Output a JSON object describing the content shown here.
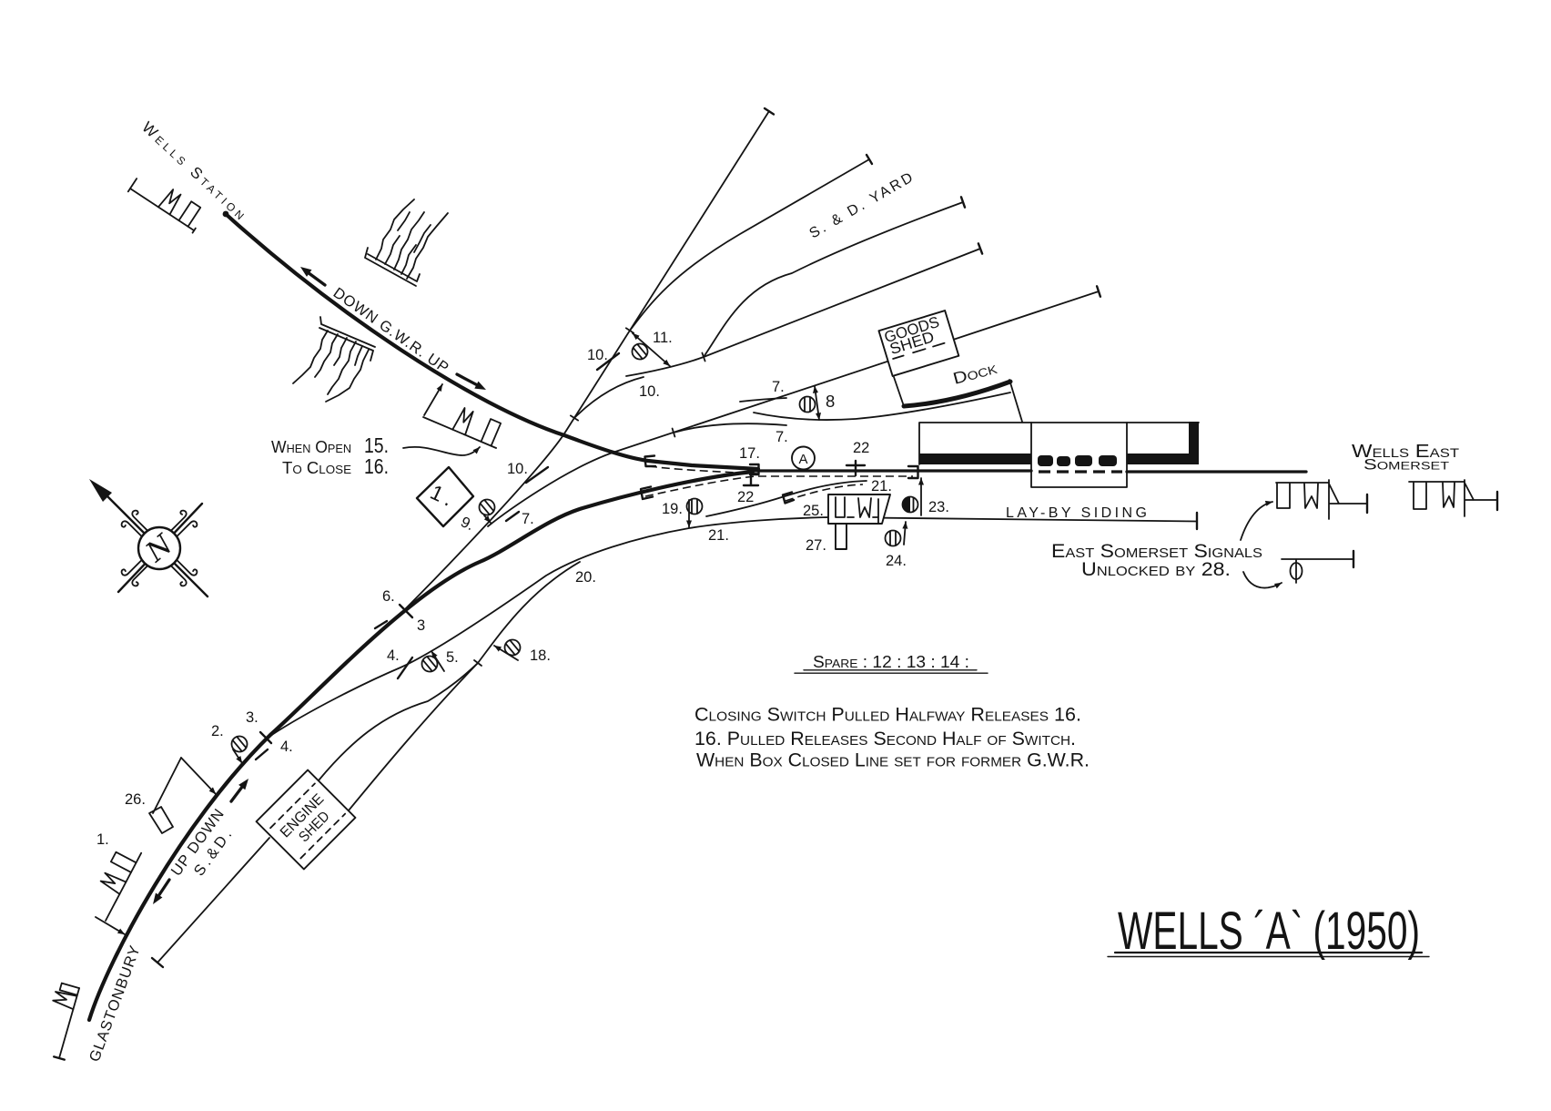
{
  "colors": {
    "ink": "#141414",
    "paper": "#ffffff"
  },
  "title": "WELLS ´A` (1950)",
  "places": {
    "wells_station": "Wells Station",
    "glastonbury": "GLASTONBURY",
    "wells_east_somerset": [
      "Wells East",
      "Somerset"
    ],
    "sd_yard": "S. & D. YARD"
  },
  "running_lines": {
    "gwr": "DOWN G.W.R. UP",
    "sd_directions": "UP DOWN",
    "sd_name": "S.&D."
  },
  "structures": {
    "goods_shed": [
      "GOODS",
      "SHED"
    ],
    "engine_shed": [
      "ENGINE",
      "SHED"
    ],
    "dock": "Dock",
    "lay_by_siding": "LAY-BY SIDING",
    "ground_frame_box": "1.",
    "circle_marker": "A"
  },
  "annotations": {
    "when_open": {
      "text": "When Open",
      "lever": "15."
    },
    "to_close": {
      "text": "To Close",
      "lever": "16."
    },
    "spare_levers": "Spare : 12 : 13 : 14 :",
    "notes": [
      "Closing Switch Pulled Halfway Releases 16.",
      "16. Pulled Releases Second Half of Switch.",
      "When Box Closed Line set for former G.W.R."
    ],
    "east_somerset_signals": [
      "East Somerset Signals",
      "Unlocked by 28."
    ]
  },
  "lever_numbers": {
    "l10_yard": "10.",
    "l11": "11.",
    "l10_crossover": "10.",
    "l10_trap": "10.",
    "l7_trap": "7.",
    "l9": "9.",
    "l7_goods": "7.",
    "l8": "8",
    "l7_dock": "7.",
    "l17": "17.",
    "l22_main": "22",
    "l22_loop": "22",
    "l21_main": "21.",
    "l19": "19.",
    "l21_loop": "21.",
    "l25": "25.",
    "l27": "27.",
    "l23": "23.",
    "l24": "24.",
    "l20": "20.",
    "l18": "18.",
    "l5": "5.",
    "l4_loop": "4.",
    "l6": "6.",
    "l3_yard": "3",
    "l2": "2.",
    "l3_main": "3.",
    "l4_main": "4.",
    "l26": "26.",
    "l1": "1."
  },
  "compass": {
    "north_letter": "N"
  }
}
